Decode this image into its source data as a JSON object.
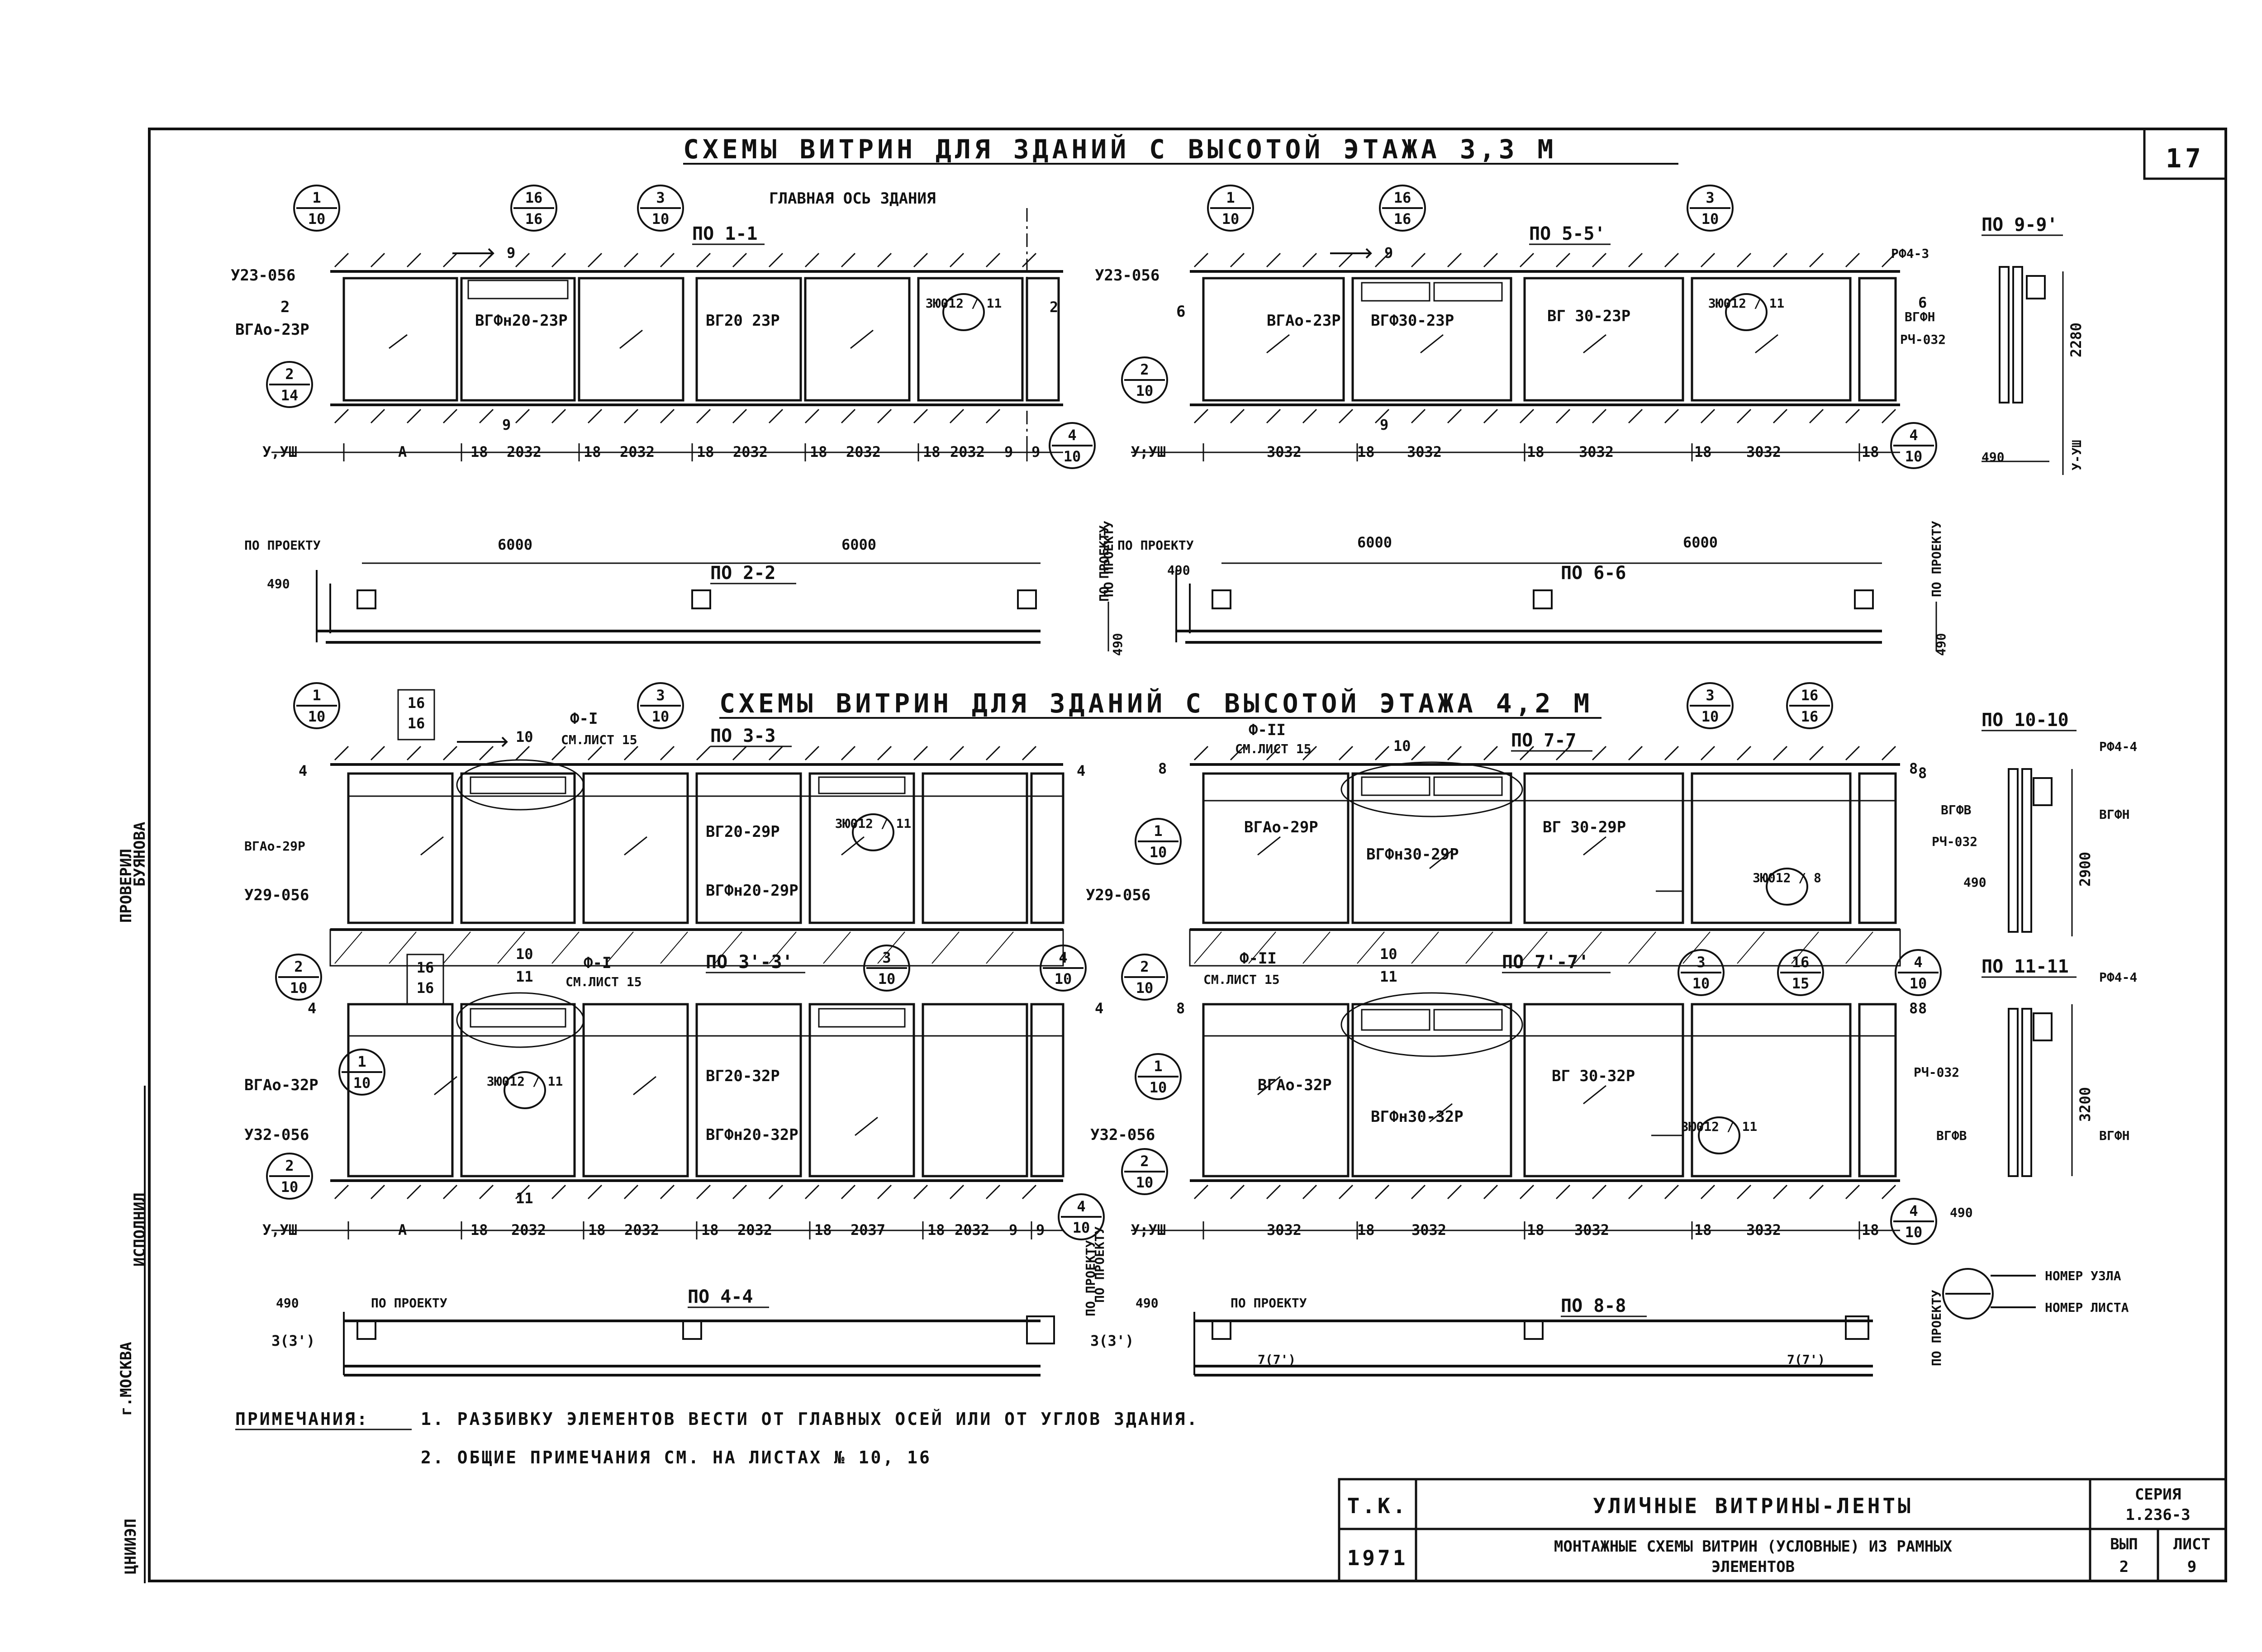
{
  "sheet_number": "17",
  "top": {
    "title": "СХЕМЫ ВИТРИН ДЛЯ ЗДАНИЙ С ВЫСОТОЙ ЭТАЖА 3,3 М",
    "main_axis": "ГЛАВНАЯ ОСЬ ЗДАНИЯ",
    "left": {
      "section": "ПО 1-1",
      "cut_mark": "9",
      "cut_mark_bottom": "9",
      "tag_top": "У23-056",
      "tag_num": "2",
      "elem_main": "ВГАо-23Р",
      "elem_top_window": "ВГФн20-23Р",
      "elem_panel": "ВГ20 23Р",
      "node_inner": "ЗЮ012 / 11",
      "tick_right": "2",
      "bubbles": [
        {
          "top": "1",
          "bot": "10"
        },
        {
          "top": "16",
          "bot": "16"
        },
        {
          "top": "3",
          "bot": "10"
        },
        {
          "top": "2",
          "bot": "14"
        },
        {
          "top": "4",
          "bot": "10"
        }
      ],
      "dims": [
        "У,УШ",
        "А",
        "18",
        "2032",
        "18",
        "2032",
        "18",
        "2032",
        "18",
        "2032",
        "18",
        "2032",
        "9",
        "9"
      ],
      "plan_section": "ПО 2-2",
      "plan_label": "ПО ПРОЕКТУ",
      "plan_dims": [
        "6000",
        "6000"
      ],
      "plan_small": [
        "490",
        "490"
      ],
      "plan_side": "ПО ПРОЕКТУ"
    },
    "right": {
      "section": "ПО 5-5'",
      "cut_mark": "9",
      "cut_mark_bottom": "9",
      "tag_top": "У23-056",
      "tag_num": "6",
      "elem_main": "ВГАо-23Р",
      "elem_top_window": "ВГФ30-23Р",
      "elem_panel": "ВГ 30-23Р",
      "node_inner": "ЗЮ012 / 11",
      "bubbles": [
        {
          "top": "1",
          "bot": "10"
        },
        {
          "top": "16",
          "bot": "16"
        },
        {
          "top": "3",
          "bot": "10"
        },
        {
          "top": "2",
          "bot": "10"
        },
        {
          "top": "4",
          "bot": "10"
        }
      ],
      "dims": [
        "У;УШ",
        "3032",
        "18",
        "3032",
        "18",
        "3032",
        "18",
        "3032",
        "18"
      ],
      "plan_section": "ПО 6-6",
      "plan_label": "ПО ПРОЕКТУ",
      "plan_dims": [
        "6000",
        "6000"
      ],
      "plan_small": [
        "490",
        "490"
      ],
      "plan_side": "ПО ПРОЕКТУ"
    },
    "detail": {
      "section": "ПО 9-9'",
      "rf": "РФ4-3",
      "v1": "ВГФН",
      "v2": "РЧ-032",
      "mark": "6",
      "height": "2280",
      "offset": "490",
      "side": "У-УШ"
    }
  },
  "bottom": {
    "title": "СХЕМЫ ВИТРИН ДЛЯ ЗДАНИЙ С ВЫСОТОЙ ЭТАЖА 4,2 М",
    "upper_left": {
      "section": "ПО 3-3",
      "ref": "Ф-I",
      "ref_note": "СМ.ЛИСТ 15",
      "cut": "10",
      "mark": "4",
      "elem_main": "ВГАо-29Р",
      "elem_panel": "ВГ20-29Р",
      "elem_top_window": "ВГФн20-29Р",
      "node_inner": "ЗЮ012 / 11",
      "tag": "У29-056",
      "bubbles": [
        {
          "top": "1",
          "bot": "10"
        },
        {
          "top": "16",
          "bot": "16"
        },
        {
          "top": "3",
          "bot": "10"
        }
      ]
    },
    "upper_right": {
      "section": "ПО 7-7",
      "ref": "Ф-II",
      "ref_note": "СМ.ЛИСТ 15",
      "cut": "10",
      "mark": "8",
      "elem_main": "ВГАо-29Р",
      "elem_top_window": "ВГФн30-29Р",
      "elem_panel": "ВГ 30-29Р",
      "node_inner": "ЗЮ012 / 8",
      "tag": "У29-056",
      "bubbles": [
        {
          "top": "1",
          "bot": "10"
        },
        {
          "top": "3",
          "bot": "10"
        },
        {
          "top": "16",
          "bot": "16"
        }
      ]
    },
    "lower_left": {
      "section": "ПО 3'-3'",
      "ref": "Ф-I",
      "ref_note": "СМ.ЛИСТ 15",
      "cut": "10",
      "cut2": "11",
      "mark": "4",
      "elem_main": "ВГАо-32Р",
      "elem_panel": "ВГ20-32Р",
      "elem_top_window": "ВГФн20-32Р",
      "node_inner": "ЗЮ012 / 11",
      "tag": "У32-056",
      "bubbles": [
        {
          "top": "2",
          "bot": "10"
        },
        {
          "top": "16",
          "bot": "16"
        },
        {
          "top": "1",
          "bot": "10"
        },
        {
          "top": "3",
          "bot": "10"
        },
        {
          "top": "4",
          "bot": "10"
        },
        {
          "top": "2",
          "bot": "10"
        },
        {
          "top": "4",
          "bot": "10"
        }
      ],
      "dims": [
        "У,УШ",
        "А",
        "18",
        "2032",
        "18",
        "2032",
        "18",
        "2032",
        "18",
        "2037",
        "18",
        "2032",
        "9",
        "9"
      ],
      "plan_section": "ПО 4-4",
      "plan_label": "ПО ПРОЕКТУ",
      "plan_small": "490",
      "plan_tag": "3(3')",
      "plan_side": "ПО ПРОЕКТУ"
    },
    "lower_right": {
      "section": "ПО 7'-7'",
      "ref": "Ф-II",
      "ref_note": "СМ.ЛИСТ 15",
      "cut": "10",
      "cut2": "11",
      "mark": "8",
      "elem_main": "ВГАо-32Р",
      "elem_top_window": "ВГФн30-32Р",
      "elem_panel": "ВГ 30-32Р",
      "node_inner": "ЗЮ012 / 11",
      "tag": "У32-056",
      "bubbles": [
        {
          "top": "2",
          "bot": "10"
        },
        {
          "top": "3",
          "bot": "10"
        },
        {
          "top": "16",
          "bot": "15"
        },
        {
          "top": "4",
          "bot": "10"
        },
        {
          "top": "1",
          "bot": "10"
        },
        {
          "top": "2",
          "bot": "10"
        },
        {
          "top": "4",
          "bot": "10"
        }
      ],
      "dims": [
        "У;УШ",
        "3032",
        "18",
        "3032",
        "18",
        "3032",
        "18",
        "3032",
        "18"
      ],
      "plan_section": "ПО 8-8",
      "plan_label": "ПО ПРОЕКТУ",
      "plan_small": "490",
      "plan_tag": "3(3')",
      "plan_bottom": [
        "7(7')",
        "7(7')"
      ],
      "plan_side": "ПО ПРОЕКТУ"
    },
    "detail_a": {
      "section": "ПО 10-10",
      "rf": "РФ4-4",
      "v1": "ВГФВ",
      "v2": "ВГФН",
      "v3": "РЧ-032",
      "mark": "8",
      "height": "2900",
      "offset": "490"
    },
    "detail_b": {
      "section": "ПО 11-11",
      "rf": "РФ4-4",
      "v1": "РЧ-032",
      "v2": "ВГФВ",
      "v3": "ВГФН",
      "mark": "8",
      "height": "3200",
      "offset": "490"
    }
  },
  "legend": {
    "node": "НОМЕР УЗЛА",
    "sheet": "НОМЕР ЛИСТА"
  },
  "notes": {
    "head": "ПРИМЕЧАНИЯ:",
    "n1": "1. РАЗБИВКУ ЭЛЕМЕНТОВ ВЕСТИ ОТ ГЛАВНЫХ ОСЕЙ ИЛИ ОТ УГЛОВ ЗДАНИЯ.",
    "n2": "2. ОБЩИЕ ПРИМЕЧАНИЯ СМ. НА ЛИСТАХ № 10, 16"
  },
  "title_block": {
    "tk": "Т.К.",
    "year": "1971",
    "name1": "УЛИЧНЫЕ ВИТРИНЫ-ЛЕНТЫ",
    "name2a": "МОНТАЖНЫЕ СХЕМЫ ВИТРИН (УСЛОВНЫЕ) ИЗ РАМНЫХ",
    "name2b": "ЭЛЕМЕНТОВ",
    "series_label": "СЕРИЯ",
    "series_value": "1.236-3",
    "issue_label": "ВЫП",
    "issue_value": "2",
    "sheet_label": "ЛИСТ",
    "sheet_value": "9"
  },
  "side_stamp": {
    "a": "ЦНИИЭП",
    "b": "г.МОСКВА",
    "c": "ИСПОЛНИЛ",
    "d": "ПРОВЕРИЛ",
    "e": "БУЯНОВА"
  }
}
